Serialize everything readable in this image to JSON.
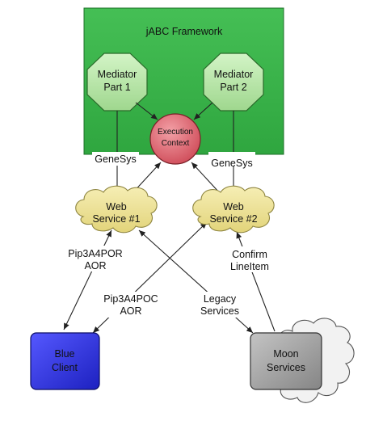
{
  "framework": {
    "title": "jABC Framework"
  },
  "mediator1": {
    "line1": "Mediator",
    "line2": "Part 1"
  },
  "mediator2": {
    "line1": "Mediator",
    "line2": "Part 2"
  },
  "context": {
    "line1": "Execution",
    "line2": "Context"
  },
  "ws1": {
    "line1": "Web",
    "line2": "Service #1"
  },
  "ws2": {
    "line1": "Web",
    "line2": "Service #2"
  },
  "blue": {
    "line1": "Blue",
    "line2": "Client"
  },
  "moon": {
    "line1": "Moon",
    "line2": "Services"
  },
  "edges": {
    "genesys_left": "GeneSys",
    "genesys_right": "GeneSys",
    "pip_por_1": "Pip3A4POR",
    "pip_por_2": "AOR",
    "pip_poc_1": "Pip3A4POC",
    "pip_poc_2": "AOR",
    "legacy_1": "Legacy",
    "legacy_2": "Services",
    "confirm_1": "Confirm",
    "confirm_2": "LineItem"
  },
  "colors": {
    "framework_fill": "#3bb54a",
    "mediator_fill": "#b5e8a6",
    "context_fill": "#e06b75",
    "cloud_fill": "#eee39a",
    "blue_fill": "#2b2fe0",
    "moon_fill": "#9c9c9c"
  }
}
